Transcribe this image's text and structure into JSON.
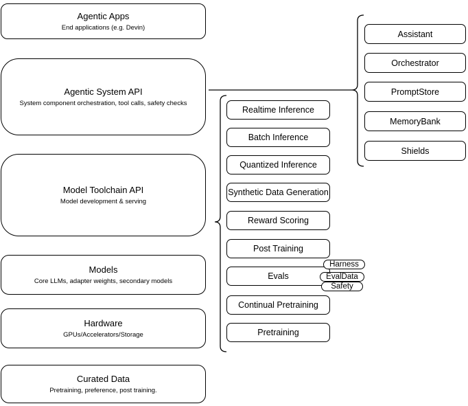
{
  "diagram": {
    "colors": {
      "stroke": "#000000",
      "node_fill": "#ffffff",
      "background": "#ffffff"
    },
    "left_stack": [
      {
        "title": "Agentic Apps",
        "subtitle": "End applications (e.g. Devin)"
      },
      {
        "title": "Agentic System API",
        "subtitle": "System component orchestration, tool calls, safety checks"
      },
      {
        "title": "Model Toolchain API",
        "subtitle": "Model development & serving"
      },
      {
        "title": "Models",
        "subtitle": "Core LLMs, adapter weights, secondary models"
      },
      {
        "title": "Hardware",
        "subtitle": "GPUs/Accelerators/Storage"
      },
      {
        "title": "Curated Data",
        "subtitle": "Pretraining, preference, post training."
      }
    ],
    "toolchain_items": [
      "Realtime Inference",
      "Batch Inference",
      "Quantized Inference",
      "Synthetic Data Generation",
      "Reward Scoring",
      "Post Training",
      "Evals",
      "Continual Pretraining",
      "Pretraining"
    ],
    "evals_badges": [
      "Harness",
      "EvalData",
      "Safety"
    ],
    "system_components": [
      "Assistant",
      "Orchestrator",
      "PromptStore",
      "MemoryBank",
      "Shields"
    ]
  }
}
